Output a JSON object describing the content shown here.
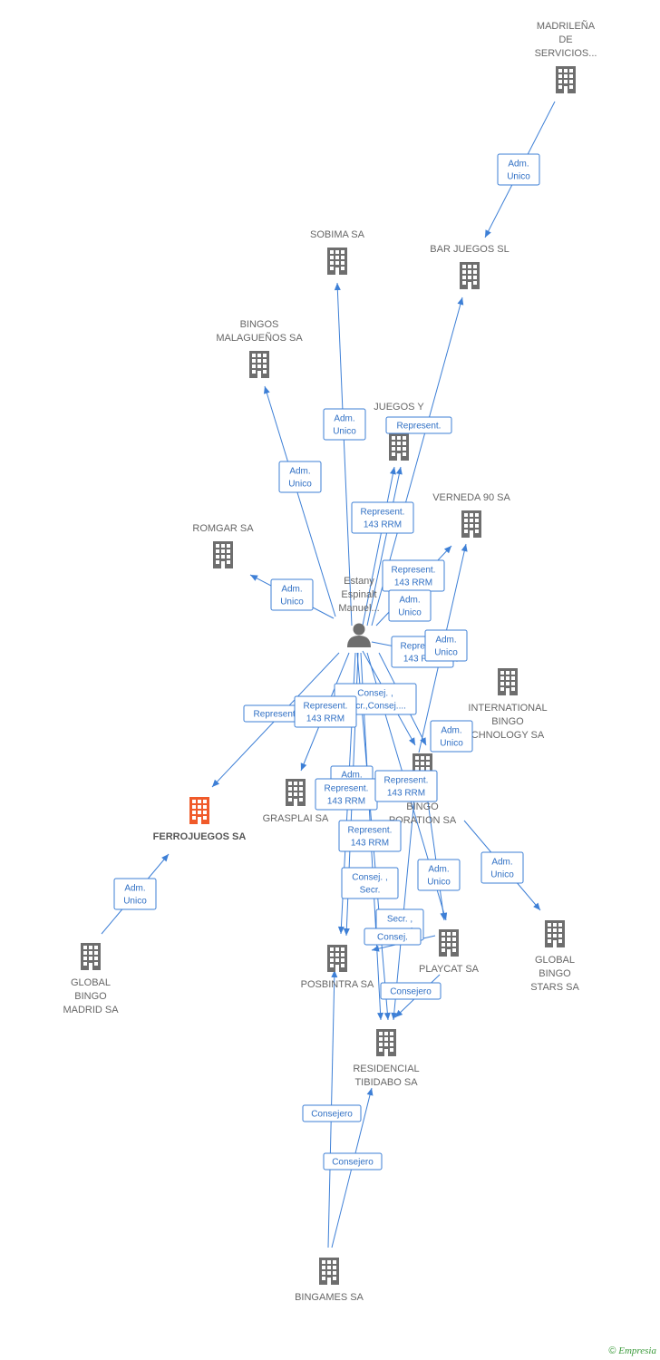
{
  "colors": {
    "edge": "#3d7fd6",
    "node": "#6e6e6e",
    "focus": "#f05a2a",
    "person": "#6e6e6e"
  },
  "footer": {
    "copyright": "©",
    "brand": "Empresia"
  },
  "nodes": [
    {
      "id": "madrilena",
      "type": "company",
      "label": [
        "MADRILEÑA",
        "DE",
        "SERVICIOS..."
      ]
    },
    {
      "id": "sobima",
      "type": "company",
      "label": [
        "SOBIMA SA"
      ]
    },
    {
      "id": "barjuegos",
      "type": "company",
      "label": [
        "BAR JUEGOS SL"
      ]
    },
    {
      "id": "bingosmal",
      "type": "company",
      "label": [
        "BINGOS",
        "MALAGUEÑOS SA"
      ]
    },
    {
      "id": "juegosy",
      "type": "company",
      "label": [
        "JUEGOS Y",
        "BIN"
      ]
    },
    {
      "id": "verneda",
      "type": "company",
      "label": [
        "VERNEDA 90 SA"
      ]
    },
    {
      "id": "romgar",
      "type": "company",
      "label": [
        "ROMGAR SA"
      ]
    },
    {
      "id": "person",
      "type": "person",
      "label": [
        "Estany",
        "Espinalt",
        "Manuel..."
      ]
    },
    {
      "id": "intl",
      "type": "company",
      "label": [
        "INTERNATIONAL",
        "BINGO",
        "CHNOLOGY SA"
      ]
    },
    {
      "id": "globalcorp",
      "type": "company",
      "label": [
        "L",
        "BINGO",
        "PORATION SA"
      ]
    },
    {
      "id": "ferrojuegos",
      "type": "focus",
      "label": [
        "FERROJUEGOS SA"
      ]
    },
    {
      "id": "grasplai",
      "type": "company",
      "label": [
        "GRASPLAI SA"
      ]
    },
    {
      "id": "globalmadrid",
      "type": "company",
      "label": [
        "GLOBAL",
        "BINGO",
        "MADRID SA"
      ]
    },
    {
      "id": "posbintra",
      "type": "company",
      "label": [
        "POSBINTRA SA"
      ]
    },
    {
      "id": "playcat",
      "type": "company",
      "label": [
        "PLAYCAT SA"
      ]
    },
    {
      "id": "globalstars",
      "type": "company",
      "label": [
        "GLOBAL",
        "BINGO",
        "STARS SA"
      ]
    },
    {
      "id": "tibidabo",
      "type": "company",
      "label": [
        "RESIDENCIAL",
        "TIBIDABO SA"
      ]
    },
    {
      "id": "bingames",
      "type": "company",
      "label": [
        "BINGAMES SA"
      ]
    }
  ],
  "edges": [
    {
      "from": "madrilena",
      "to": "barjuegos",
      "label": [
        "Adm.",
        "Unico"
      ]
    },
    {
      "from": "person",
      "to": "sobima",
      "label": [
        "Adm.",
        "Unico"
      ]
    },
    {
      "from": "person",
      "to": "bingosmal",
      "label": [
        "Adm.",
        "Unico"
      ]
    },
    {
      "from": "person",
      "to": "barjuegos",
      "label": [
        "Represent."
      ]
    },
    {
      "from": "person",
      "to": "juegosy",
      "label": [
        "Represent.",
        "143 RRM"
      ]
    },
    {
      "from": "person",
      "to": "verneda",
      "label": [
        "Represent.",
        "143 RRM"
      ]
    },
    {
      "from": "person",
      "to": "romgar",
      "label": [
        "Adm.",
        "Unico"
      ]
    },
    {
      "from": "person",
      "to": "juegosy",
      "label": [
        "Adm.",
        "Unico"
      ]
    },
    {
      "from": "person",
      "to": "intl",
      "label": [
        "Represent.",
        "143 RRM"
      ]
    },
    {
      "from": "person",
      "to": "verneda",
      "label": [
        "Adm.",
        "Unico"
      ]
    },
    {
      "from": "person",
      "to": "globalcorp",
      "label": [
        "Consej. ,",
        "Secr.,Consej...."
      ]
    },
    {
      "from": "person",
      "to": "ferrojuegos",
      "label": [
        "Represent."
      ]
    },
    {
      "from": "person",
      "to": "grasplai",
      "label": [
        "Represent.",
        "143 RRM"
      ]
    },
    {
      "from": "person",
      "to": "globalcorp",
      "label": [
        "Adm.",
        "Unico"
      ]
    },
    {
      "from": "person",
      "to": "posbintra",
      "label": [
        "Adm."
      ]
    },
    {
      "from": "person",
      "to": "posbintra",
      "label": [
        "Represent.",
        "143 RRM"
      ]
    },
    {
      "from": "person",
      "to": "playcat",
      "label": [
        "Represent.",
        "143 RRM"
      ]
    },
    {
      "from": "person",
      "to": "tibidabo",
      "label": [
        "Represent.",
        "143 RRM"
      ]
    },
    {
      "from": "person",
      "to": "tibidabo",
      "label": [
        "Consej. ,",
        "Secr."
      ]
    },
    {
      "from": "globalmadrid",
      "to": "ferrojuegos",
      "label": [
        "Adm.",
        "Unico"
      ]
    },
    {
      "from": "globalcorp",
      "to": "playcat",
      "label": [
        "Adm.",
        "Unico"
      ]
    },
    {
      "from": "globalcorp",
      "to": "globalstars",
      "label": [
        "Adm.",
        "Unico"
      ]
    },
    {
      "from": "person",
      "to": "tibidabo",
      "label": [
        "Secr. ,",
        "Consej."
      ]
    },
    {
      "from": "playcat",
      "to": "posbintra",
      "label": [
        "Consej."
      ]
    },
    {
      "from": "playcat",
      "to": "tibidabo",
      "label": [
        "Consejero"
      ]
    },
    {
      "from": "bingames",
      "to": "posbintra",
      "label": [
        "Consejero"
      ]
    },
    {
      "from": "bingames",
      "to": "tibidabo",
      "label": [
        "Consejero"
      ]
    }
  ]
}
